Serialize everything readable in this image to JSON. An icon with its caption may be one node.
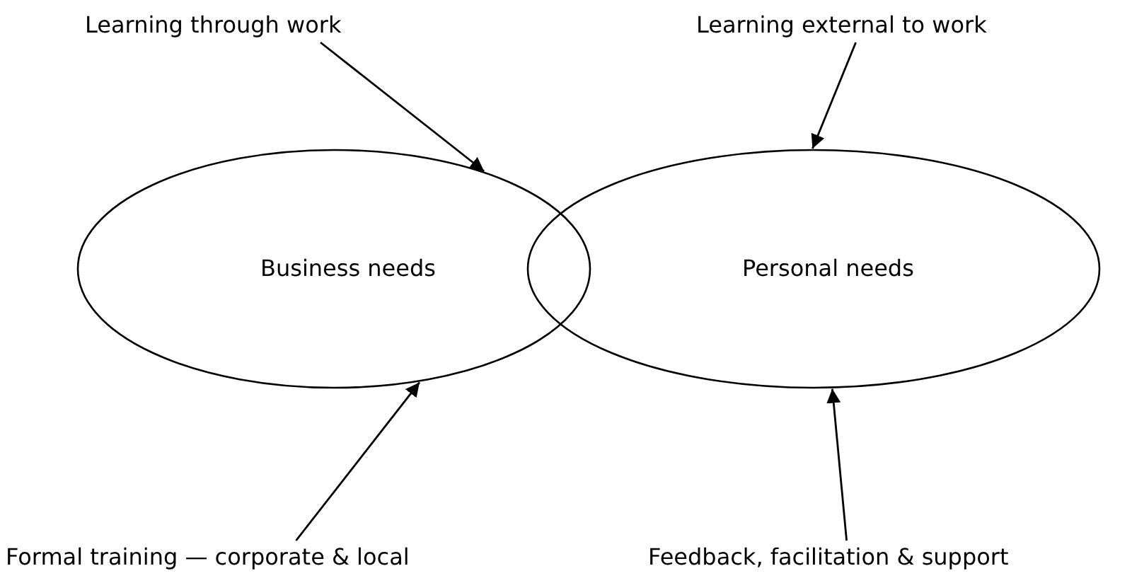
{
  "diagram": {
    "nodes": [
      {
        "text": [
          "Business needs"
        ]
      },
      {
        "text": [
          "Personal needs"
        ]
      },
      {
        "text": [
          "Learning through work"
        ]
      },
      {
        "text": [
          "Learning external to work"
        ]
      },
      {
        "text": [
          "Formal training — corporate & local"
        ]
      },
      {
        "text": [
          "Feedback, facilitation & support"
        ]
      }
    ],
    "edges": [
      {
        "from": 2,
        "to": 0,
        "arrow": "to"
      },
      {
        "from": 3,
        "to": 1,
        "arrow": "to"
      },
      {
        "from": 4,
        "to": 0,
        "arrow": "to"
      },
      {
        "from": 5,
        "to": 1,
        "arrow": "to"
      }
    ]
  }
}
